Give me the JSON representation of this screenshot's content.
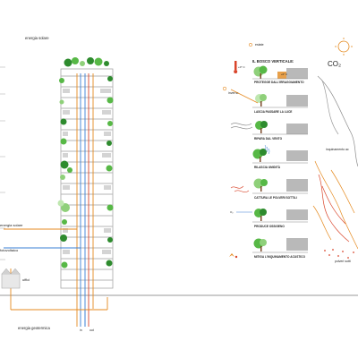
{
  "left": {
    "energy_labels": {
      "solar_top": "energia solare",
      "solar_side": "energia solare",
      "photovoltaic": "fotovoltaico",
      "offices": "uffici",
      "geothermal": "energia geotermica"
    },
    "marker_in": "in",
    "marker_out": "out"
  },
  "center": {
    "header": "IL BOSCO VERTICALE:",
    "estate_label": "estate",
    "inverno_label": "inverno",
    "temp_hot": "+0° C",
    "temp_cool": "+0° C",
    "items": [
      {
        "label": "PROTEGGE DALL'IRRAGGIAMENTO"
      },
      {
        "label": "LASCIA PASSARE LA LUCE"
      },
      {
        "label": "RIPARA DAL VENTO"
      },
      {
        "label": "RILASCIA UMIDITÀ"
      },
      {
        "label": "CATTURA LE POLVERI SOTTILI"
      },
      {
        "label": "PRODUCE OSSIGENO"
      },
      {
        "label": "MITIGA L'INQUINAMENTO ACUSTICO"
      }
    ],
    "co2_chip": "CO₂",
    "o2_chip": "O₂"
  },
  "right": {
    "co2": "CO₂",
    "pollution_label": "inquinamento ac",
    "dust_label": "polveri sotti"
  },
  "colors": {
    "green_dark": "#2e8b2e",
    "green": "#57b846",
    "green_light": "#8fd07a",
    "green_pale": "#bfe7b0",
    "blue": "#3a7fd4",
    "orange": "#e58a1f",
    "red": "#d9452b",
    "grey": "#b9b9b9",
    "grey_dark": "#7b7b7b"
  }
}
